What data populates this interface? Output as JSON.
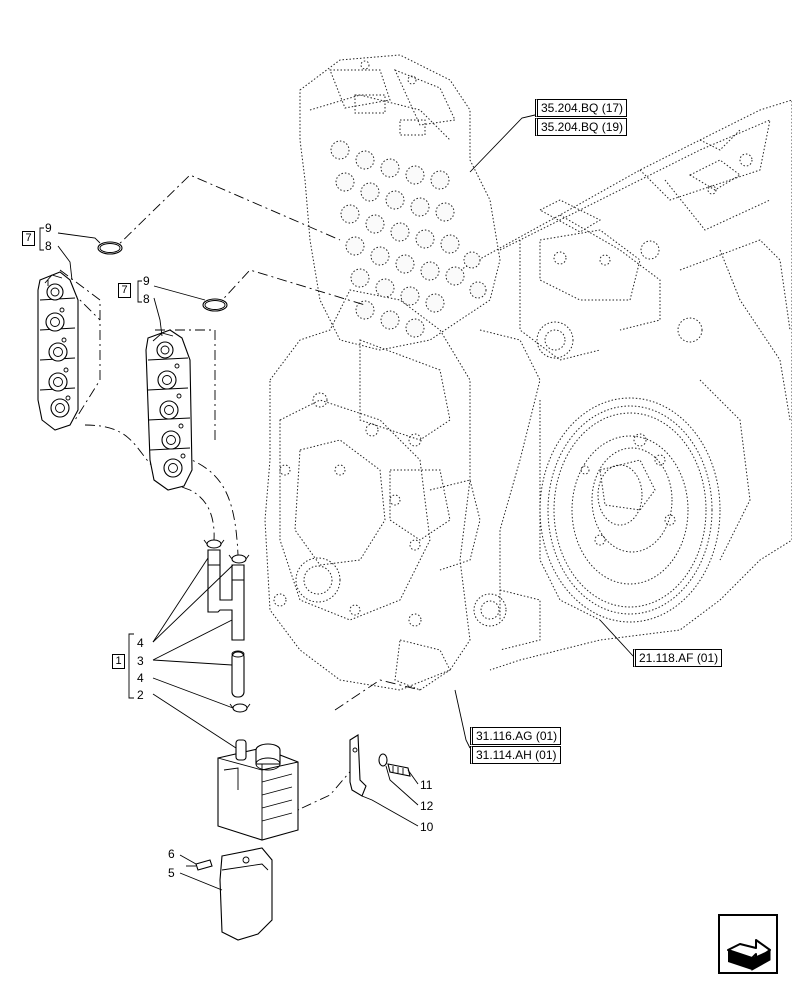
{
  "references": [
    {
      "id": "ref-35-204-bq-17",
      "label": "35.204.BQ (17)"
    },
    {
      "id": "ref-35-204-bq-19",
      "label": "35.204.BQ (19)"
    },
    {
      "id": "ref-21-118-af-01",
      "label": "21.118.AF (01)"
    },
    {
      "id": "ref-31-116-ag-01",
      "label": "31.116.AG (01)"
    },
    {
      "id": "ref-31-114-ah-01",
      "label": "31.114.AH (01)"
    }
  ],
  "kits": [
    {
      "label": "7"
    },
    {
      "label": "7"
    },
    {
      "label": "1"
    }
  ],
  "callouts": {
    "kit7a_9": "9",
    "kit7a_8": "8",
    "kit7b_9": "9",
    "kit7b_8": "8",
    "kit1_4a": "4",
    "kit1_3": "3",
    "kit1_4b": "4",
    "kit1_2": "2",
    "p6": "6",
    "p5": "5",
    "p11": "11",
    "p12": "12",
    "p10": "10"
  },
  "icons": {
    "nav": "next-page-arrow-icon"
  }
}
